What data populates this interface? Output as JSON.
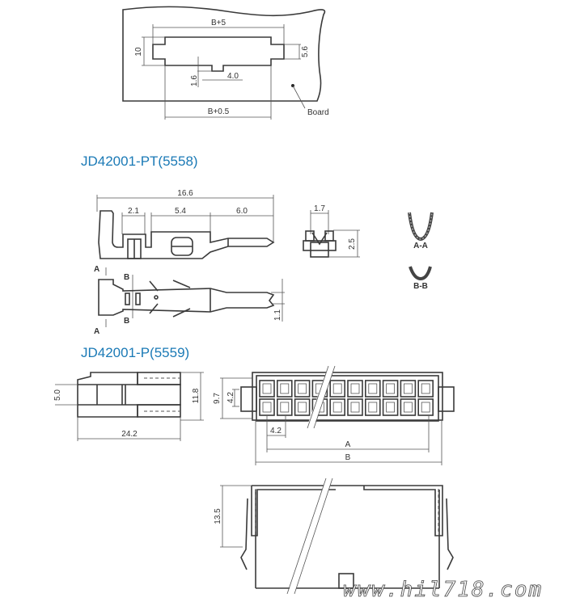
{
  "board_cutout": {
    "dim_top": "B+5",
    "dim_height": "10",
    "dim_notch_height": "5.6",
    "dim_tab_height": "1.6",
    "dim_tab_width": "4.0",
    "dim_bottom": "B+0.5",
    "board_label": "Board"
  },
  "terminal": {
    "title": "JD42001-PT(5558)",
    "dim_length": "16.6",
    "dim_crimp": "2.1",
    "dim_body": "5.4",
    "dim_tip": "6.0",
    "dim_front_width": "1.7",
    "dim_front_height": "2.5",
    "dim_tip_width": "1.1",
    "section_a": "A",
    "section_b": "B",
    "section_aa": "A-A",
    "section_bb": "B-B"
  },
  "housing": {
    "title": "JD42001-P(5559)",
    "dim_side_height": "5.0",
    "dim_side_total": "11.8",
    "dim_side_length": "24.2",
    "dim_front_height": "9.7",
    "dim_pitch_v": "4.2",
    "dim_pitch_h": "4.2",
    "dim_a": "A",
    "dim_b": "B",
    "dim_depth": "13.5"
  },
  "watermark": "www.hil718.com"
}
